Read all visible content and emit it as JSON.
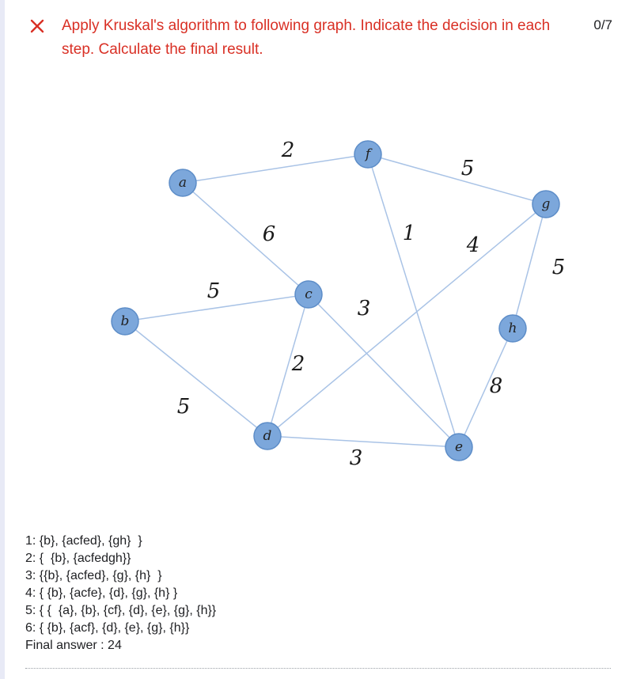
{
  "question": {
    "title": "Apply Kruskal's algorithm to following graph. Indicate the decision in each step. Calculate the final result.",
    "score": "0/7",
    "status_icon": "close-icon",
    "status_color": "#d93025"
  },
  "graph": {
    "nodes": [
      {
        "id": "a",
        "label": "a"
      },
      {
        "id": "f",
        "label": "f"
      },
      {
        "id": "g",
        "label": "g"
      },
      {
        "id": "c",
        "label": "c"
      },
      {
        "id": "b",
        "label": "b"
      },
      {
        "id": "h",
        "label": "h"
      },
      {
        "id": "d",
        "label": "d"
      },
      {
        "id": "e",
        "label": "e"
      }
    ],
    "edges": [
      {
        "from": "a",
        "to": "f",
        "weight": "2"
      },
      {
        "from": "f",
        "to": "g",
        "weight": "5"
      },
      {
        "from": "a",
        "to": "c",
        "weight": "6"
      },
      {
        "from": "f",
        "to": "e",
        "weight": "1"
      },
      {
        "from": "g",
        "to": "d",
        "weight": "4"
      },
      {
        "from": "g",
        "to": "h",
        "weight": "5"
      },
      {
        "from": "b",
        "to": "c",
        "weight": "5"
      },
      {
        "from": "c",
        "to": "e",
        "weight": "3"
      },
      {
        "from": "c",
        "to": "d",
        "weight": "2"
      },
      {
        "from": "b",
        "to": "d",
        "weight": "5"
      },
      {
        "from": "h",
        "to": "e",
        "weight": "8"
      },
      {
        "from": "d",
        "to": "e",
        "weight": "3"
      }
    ],
    "node_color": "#7ca7db",
    "edge_color": "#a9c3e6"
  },
  "answer": {
    "lines": [
      "1: {b}, {acfed}, {gh}  }",
      "2: {  {b}, {acfedgh}}",
      "3: {{b}, {acfed}, {g}, {h}  }",
      "4: { {b}, {acfe}, {d}, {g}, {h} }",
      "5: { {  {a}, {b}, {cf}, {d}, {e}, {g}, {h}}",
      "6: { {b}, {acf}, {d}, {e}, {g}, {h}}",
      "Final answer : 24"
    ]
  }
}
